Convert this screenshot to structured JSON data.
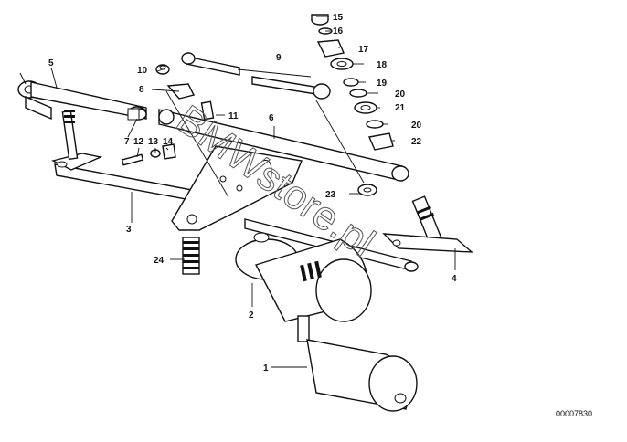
{
  "diagram": {
    "parts": [
      {
        "num": "1"
      },
      {
        "num": "2"
      },
      {
        "num": "3"
      },
      {
        "num": "4"
      },
      {
        "num": "5"
      },
      {
        "num": "6"
      },
      {
        "num": "7"
      },
      {
        "num": "8"
      },
      {
        "num": "9"
      },
      {
        "num": "10"
      },
      {
        "num": "11"
      },
      {
        "num": "12"
      },
      {
        "num": "13"
      },
      {
        "num": "14"
      },
      {
        "num": "15"
      },
      {
        "num": "16"
      },
      {
        "num": "17"
      },
      {
        "num": "18"
      },
      {
        "num": "19"
      },
      {
        "num": "20"
      },
      {
        "num": "21"
      },
      {
        "num": "20"
      },
      {
        "num": "22"
      },
      {
        "num": "23"
      },
      {
        "num": "24"
      }
    ],
    "watermark": "BMWstore.pl",
    "doc_number": "00007830"
  }
}
